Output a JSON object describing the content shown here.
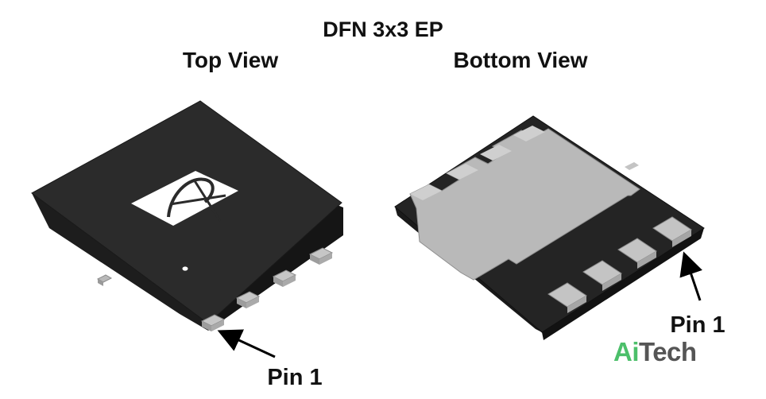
{
  "title": "DFN 3x3 EP",
  "views": {
    "top": "Top View",
    "bottom": "Bottom View"
  },
  "pin_labels": {
    "top_view": "Pin 1",
    "bottom_view": "Pin 1"
  },
  "watermark": {
    "part1": "Ai",
    "part2": "Tech"
  },
  "colors": {
    "package_body": "#222222",
    "package_top": "#2b2b2b",
    "pad": "#b9b9b9",
    "logo_background": "#ffffff",
    "watermark_green": "#4cbf6a",
    "watermark_gray": "#555555"
  }
}
